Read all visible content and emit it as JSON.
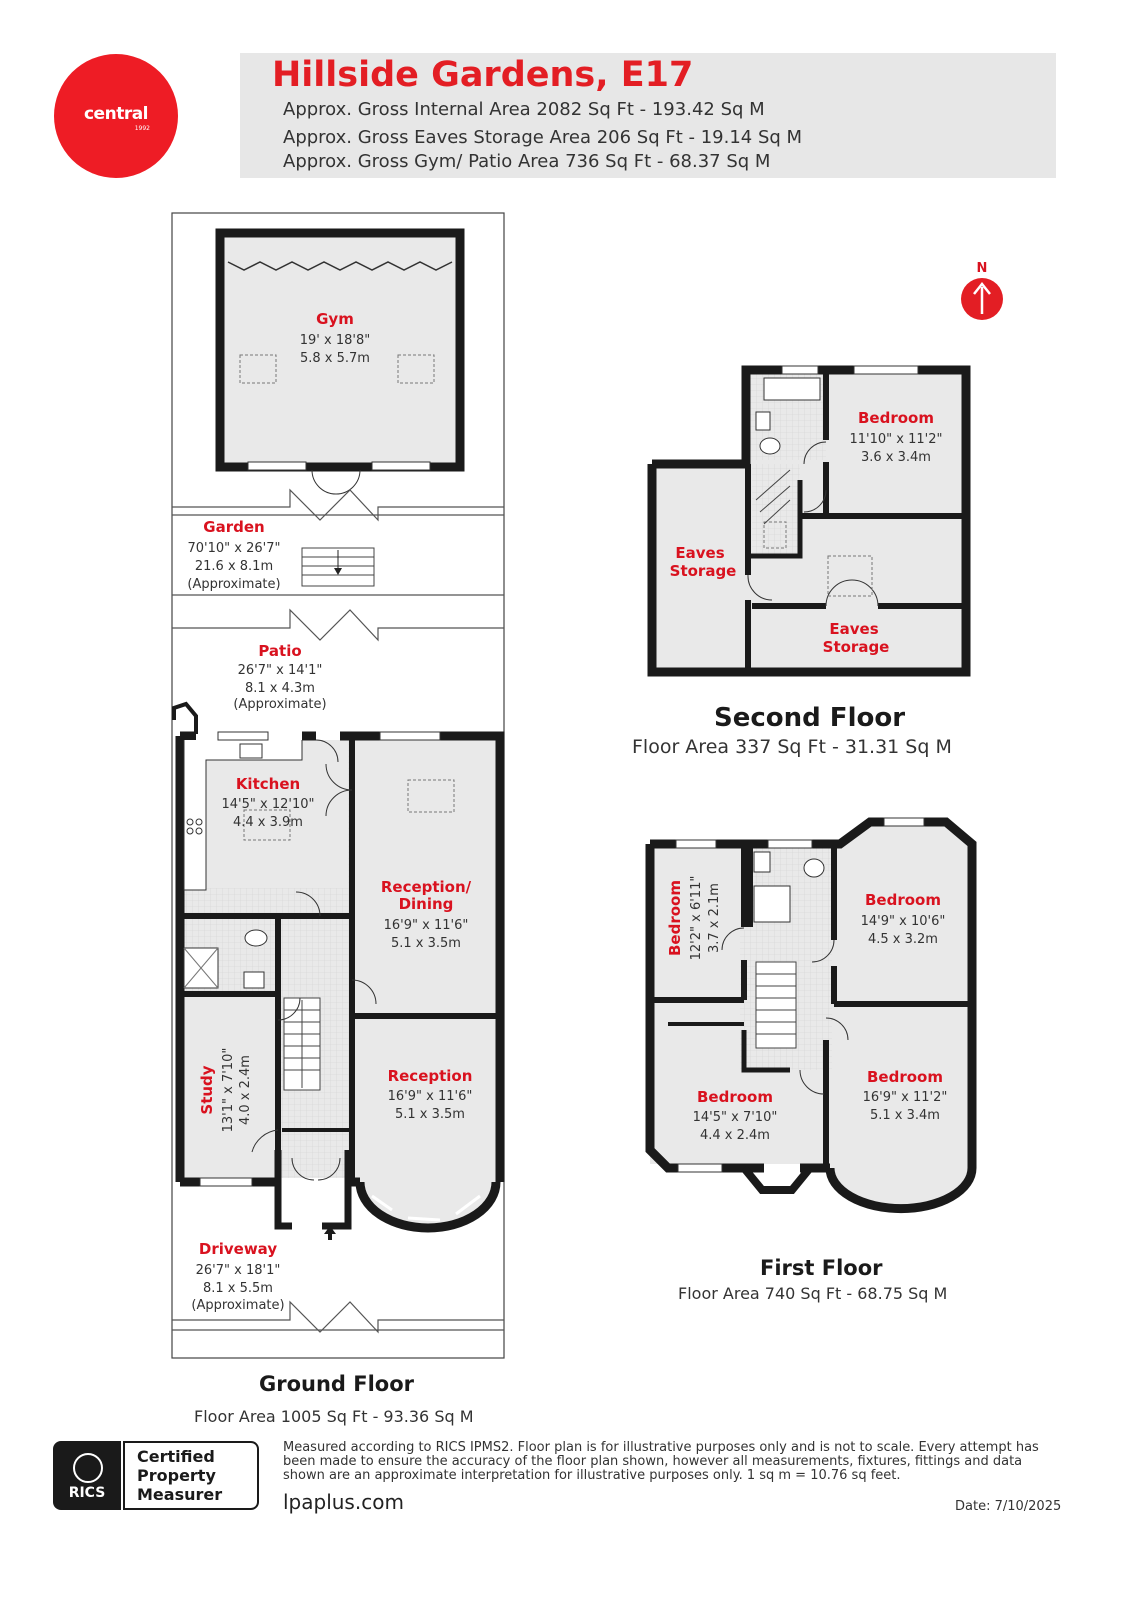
{
  "brand": {
    "name": "central",
    "year": "1992"
  },
  "header": {
    "title": "Hillside Gardens, E17",
    "line1": "Approx. Gross Internal Area 2082 Sq Ft - 193.42 Sq M",
    "line2": "Approx. Gross Eaves Storage Area 206 Sq Ft - 19.14 Sq M",
    "line3": "Approx. Gross Gym/ Patio Area 736 Sq Ft - 68.37 Sq M"
  },
  "compass": {
    "label": "N"
  },
  "ground_floor": {
    "title": "Ground Floor",
    "area": "Floor Area 1005 Sq Ft - 93.36 Sq M",
    "gym": {
      "name": "Gym",
      "dim_imperial": "19' x 18'8\"",
      "dim_metric": "5.8 x 5.7m"
    },
    "garden": {
      "name": "Garden",
      "dim_imperial": "70'10\" x 26'7\"",
      "dim_metric": "21.6 x 8.1m",
      "note": "(Approximate)"
    },
    "patio": {
      "name": "Patio",
      "dim_imperial": "26'7\" x 14'1\"",
      "dim_metric": "8.1 x 4.3m",
      "note": "(Approximate)"
    },
    "kitchen": {
      "name": "Kitchen",
      "dim_imperial": "14'5\" x 12'10\"",
      "dim_metric": "4.4 x 3.9m"
    },
    "reception_dining": {
      "name_line1": "Reception/",
      "name_line2": "Dining",
      "dim_imperial": "16'9\" x 11'6\"",
      "dim_metric": "5.1 x 3.5m"
    },
    "study": {
      "name": "Study",
      "dim_imperial": "13'1\" x 7'10\"",
      "dim_metric": "4.0 x 2.4m"
    },
    "reception": {
      "name": "Reception",
      "dim_imperial": "16'9\" x 11'6\"",
      "dim_metric": "5.1 x 3.5m"
    },
    "driveway": {
      "name": "Driveway",
      "dim_imperial": "26'7\" x 18'1\"",
      "dim_metric": "8.1 x 5.5m",
      "note": "(Approximate)"
    }
  },
  "second_floor": {
    "title": "Second Floor",
    "area": "Floor Area 337 Sq Ft - 31.31 Sq M",
    "bedroom": {
      "name": "Bedroom",
      "dim_imperial": "11'10\" x 11'2\"",
      "dim_metric": "3.6 x 3.4m"
    },
    "eaves_left": {
      "name_line1": "Eaves",
      "name_line2": "Storage"
    },
    "eaves_right": {
      "name_line1": "Eaves",
      "name_line2": "Storage"
    }
  },
  "first_floor": {
    "title": "First Floor",
    "area": "Floor Area 740 Sq Ft - 68.75 Sq M",
    "bedroom_small": {
      "name": "Bedroom",
      "dim_imperial": "12'2\" x 6'11\"",
      "dim_metric": "3.7 x 2.1m"
    },
    "bedroom_front_right": {
      "name": "Bedroom",
      "dim_imperial": "14'9\" x 10'6\"",
      "dim_metric": "4.5 x 3.2m"
    },
    "bedroom_rear_left": {
      "name": "Bedroom",
      "dim_imperial": "14'5\" x 7'10\"",
      "dim_metric": "4.4 x 2.4m"
    },
    "bedroom_rear_right": {
      "name": "Bedroom",
      "dim_imperial": "16'9\" x 11'2\"",
      "dim_metric": "5.1 x 3.4m"
    }
  },
  "footer": {
    "rics_label": "RICS",
    "certified_line1": "Certified",
    "certified_line2": "Property",
    "certified_line3": "Measurer",
    "disclaimer": "Measured according to RICS IPMS2. Floor plan is for illustrative purposes only and is not to scale. Every attempt has been made to ensure the accuracy of the floor plan shown, however all measurements, fixtures, fittings and data shown are an approximate interpretation for illustrative purposes only. 1 sq m = 10.76 sq feet.",
    "website": "lpaplus.com",
    "date": "Date: 7/10/2025"
  },
  "colors": {
    "accent": "#e31e24",
    "wall": "#1a1a1a",
    "floor": "#e9e9e9",
    "header_bg": "#e7e7e7"
  }
}
